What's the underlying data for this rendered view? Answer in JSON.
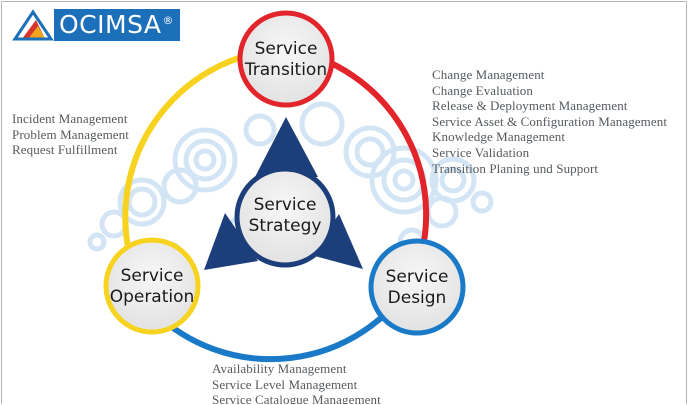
{
  "logo": {
    "name": "OCIMSA",
    "trademark": "®"
  },
  "colors": {
    "transition": "#e2242b",
    "operation": "#f7d21e",
    "design": "#1a7ac8",
    "strategy": "#1c3e7a",
    "text": "#555a5e",
    "brand": "#1c6fb9"
  },
  "nodes": {
    "transition": {
      "line1": "Service",
      "line2": "Transition"
    },
    "strategy": {
      "line1": "Service",
      "line2": "Strategy"
    },
    "operation": {
      "line1": "Service",
      "line2": "Operation"
    },
    "design": {
      "line1": "Service",
      "line2": "Design"
    }
  },
  "lists": {
    "operation": [
      "Incident Management",
      "Problem Management",
      "Request Fulfillment"
    ],
    "transition": [
      "Change Management",
      "Change Evaluation",
      "Release & Deployment Management",
      "Service Asset & Configuration Management",
      "Knowledge Management",
      "Service Validation",
      "Transition Planing und Support"
    ],
    "design": [
      "Availability Management",
      "Service Level Management",
      "Service Catalogue Management"
    ]
  }
}
